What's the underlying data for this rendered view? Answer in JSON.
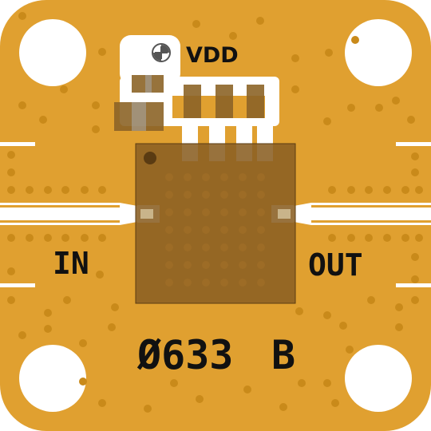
{
  "board": {
    "part_number": "Ø633",
    "revision": "B",
    "pins": {
      "vdd": "VDD",
      "input": "IN",
      "output": "OUT"
    },
    "colors": {
      "substrate": "#e0a030",
      "via": "#c98a1a",
      "trace": "#ffffff",
      "chip": "#8a5e22",
      "chip_via": "#9d6c26",
      "capacitor": "#8c6428",
      "text": "#111111"
    }
  }
}
